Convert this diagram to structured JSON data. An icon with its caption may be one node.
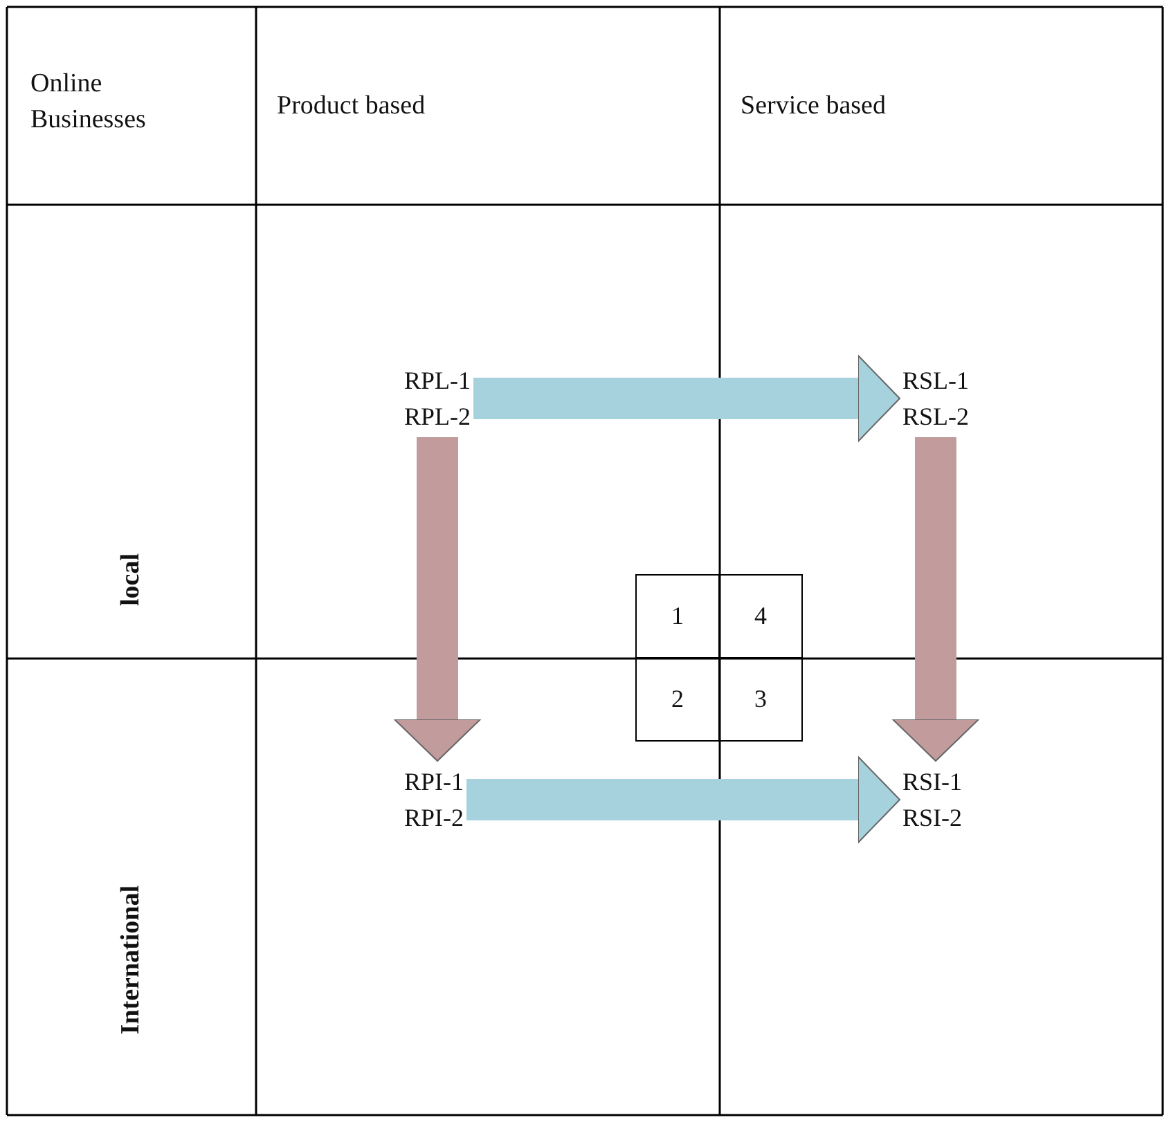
{
  "diagram": {
    "nodes": [
      {
        "text": [
          "RPL-1",
          "RPL-2"
        ]
      },
      {
        "text": [
          "RSL-1",
          "RSL-2"
        ]
      },
      {
        "text": [
          "RPI-1",
          "RPI-2"
        ]
      },
      {
        "text": [
          "RSI-1",
          "RSI-2"
        ]
      }
    ],
    "edges": [
      {
        "from": 0,
        "to": 1,
        "arrow": "to",
        "color": "#a6d2de"
      },
      {
        "from": 0,
        "to": 2,
        "arrow": "to",
        "color": "#c29c9c"
      },
      {
        "from": 1,
        "to": 3,
        "arrow": "to",
        "color": "#c29c9c"
      },
      {
        "from": 2,
        "to": 3,
        "arrow": "to",
        "color": "#a6d2de"
      }
    ],
    "labels": [
      "Online Businesses",
      "Product based",
      "Service based",
      "local",
      "1",
      "4",
      "2",
      "3",
      "International"
    ]
  }
}
